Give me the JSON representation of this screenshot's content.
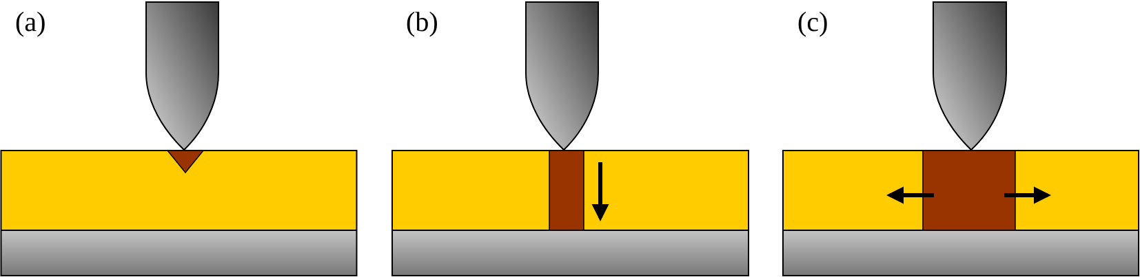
{
  "colors": {
    "film": "#ffcc00",
    "modified_region": "#993300",
    "substrate_light": "#c4c4c4",
    "substrate_dark": "#787878",
    "tip_light": "#c2c2c2",
    "tip_dark": "#3a3a3a",
    "outline": "#000000",
    "arrow": "#000000"
  },
  "panels": [
    {
      "label": "(a)",
      "modified_shape": "triangle-notch",
      "arrows": "none"
    },
    {
      "label": "(b)",
      "modified_shape": "narrow-column",
      "arrows": "down"
    },
    {
      "label": "(c)",
      "modified_shape": "wide-column",
      "arrows": "left-right"
    }
  ]
}
